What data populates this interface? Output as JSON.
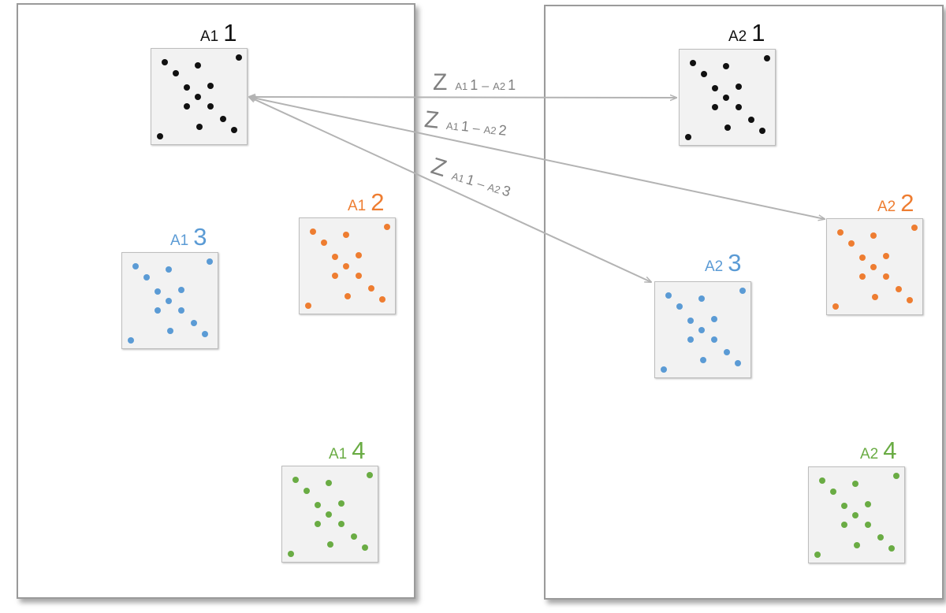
{
  "colors": {
    "black": "#111111",
    "orange": "#ee7d31",
    "blue": "#5b9bd5",
    "green": "#6aac44",
    "arrow": "#b3b3b3",
    "text_gray": "#808080"
  },
  "panels": {
    "left": {
      "tiles": [
        {
          "prefix": "A1",
          "number": "1",
          "color": "black"
        },
        {
          "prefix": "A1",
          "number": "2",
          "color": "orange"
        },
        {
          "prefix": "A1",
          "number": "3",
          "color": "blue"
        },
        {
          "prefix": "A1",
          "number": "4",
          "color": "green"
        }
      ]
    },
    "right": {
      "tiles": [
        {
          "prefix": "A2",
          "number": "1",
          "color": "black"
        },
        {
          "prefix": "A2",
          "number": "2",
          "color": "orange"
        },
        {
          "prefix": "A2",
          "number": "3",
          "color": "blue"
        },
        {
          "prefix": "A2",
          "number": "4",
          "color": "green"
        }
      ]
    }
  },
  "links": [
    {
      "z": "Z",
      "sub_a": "A1",
      "sub_a_num": "1",
      "dash": "–",
      "sub_b": "A2",
      "sub_b_num": "1"
    },
    {
      "z": "Z",
      "sub_a": "A1",
      "sub_a_num": "1",
      "dash": "–",
      "sub_b": "A2",
      "sub_b_num": "2"
    },
    {
      "z": "Z",
      "sub_a": "A1",
      "sub_a_num": "1",
      "dash": "–",
      "sub_b": "A2",
      "sub_b_num": "3"
    }
  ]
}
